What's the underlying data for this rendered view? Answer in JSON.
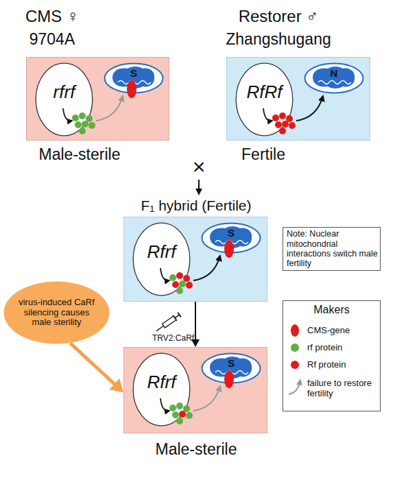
{
  "diagram": {
    "nodes": [
      {
        "text": [
          "CMS ♀",
          "9704A",
          "Male-sterile"
        ]
      },
      {
        "text": [
          "rfrf"
        ],
        "in": 0
      },
      {
        "text": [
          "S"
        ],
        "in": 0
      },
      {
        "text": [
          "Restorer ♂",
          "Zhangshugang",
          "Fertile"
        ]
      },
      {
        "text": [
          "RfRf"
        ],
        "in": 3
      },
      {
        "text": [
          "N"
        ],
        "in": 3
      },
      {
        "text": [
          "F₁ hybrid (Fertile)"
        ]
      },
      {
        "text": [
          "Rfrf"
        ],
        "in": 6
      },
      {
        "text": [
          "S"
        ],
        "in": 6
      },
      {
        "text": [
          "Note: Nuclear mitochondrial interactions switch male fertility"
        ]
      },
      {
        "text": [
          "virus-induced CaRf silencing causes male sterility"
        ]
      },
      {
        "text": [
          "Male-sterile"
        ]
      },
      {
        "text": [
          "Rfrf"
        ],
        "in": 11
      },
      {
        "text": [
          "S"
        ],
        "in": 11
      }
    ],
    "edges": [
      {
        "from": 6,
        "to": 11,
        "arrow": "to"
      },
      {
        "from": 10,
        "to": 11,
        "arrow": "to"
      }
    ],
    "labels": [
      "×",
      "TRV2:CaRf",
      "Makers"
    ],
    "legend": [
      {
        "text": "CMS-gene",
        "color": "#e31a1c"
      },
      {
        "text": "rf protein",
        "color": "#62ad45"
      },
      {
        "text": "Rf protein",
        "color": "#e31a1c"
      },
      {
        "text": "failure to restore fertility"
      }
    ]
  }
}
